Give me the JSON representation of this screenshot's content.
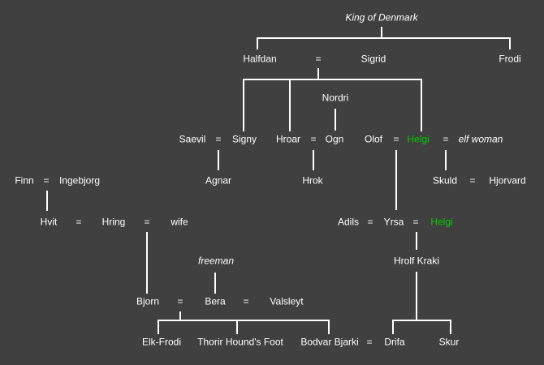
{
  "colors": {
    "background": "#404040",
    "text": "#ffffff",
    "line": "#ffffff",
    "highlight_green": "#00cc00"
  },
  "glyphs": {
    "equals": "="
  },
  "nodes": {
    "king_of_denmark": "King of Denmark",
    "halfdan": "Halfdan",
    "sigrid": "Sigrid",
    "frodi": "Frodi",
    "nordri": "Nordri",
    "saevil": "Saevil",
    "signy": "Signy",
    "hroar": "Hroar",
    "ogn": "Ogn",
    "olof": "Olof",
    "helgi": "Helgi",
    "elf_woman": "elf woman",
    "finn": "Finn",
    "ingebjorg": "Ingebjorg",
    "agnar": "Agnar",
    "hrok": "Hrok",
    "skuld": "Skuld",
    "hjorvard": "Hjorvard",
    "hvit": "Hvit",
    "hring": "Hring",
    "wife": "wife",
    "adils": "Adils",
    "yrsa": "Yrsa",
    "helgi_2": "Helgi",
    "freeman": "freeman",
    "hrolf_kraki": "Hrolf Kraki",
    "bjorn": "Bjorn",
    "bera": "Bera",
    "valsleyt": "Valsleyt",
    "elk_frodi": "Elk-Frodi",
    "thorir_hounds_foot": "Thorir Hound's Foot",
    "bodvar_bjarki": "Bodvar Bjarki",
    "drifa": "Drifa",
    "skur": "Skur"
  },
  "relations": [
    "King of Denmark -> Halfdan, Frodi",
    "Halfdan = Sigrid -> Signy, Hroar, Helgi",
    "Nordri -> Ogn",
    "Saevil = Signy -> Agnar",
    "Hroar = Ogn -> Hrok",
    "Olof = Helgi -> Yrsa",
    "Helgi = elf woman -> Skuld",
    "Skuld = Hjorvard",
    "Finn = Ingebjorg -> Hvit",
    "Hvit = Hring = wife; Hring + wife -> Bjorn",
    "freeman -> Bera",
    "Bjorn = Bera -> Elk-Frodi, Thorir Hound's Foot, Bodvar Bjarki",
    "Adils = Yrsa = Helgi; Yrsa + Helgi -> Hrolf Kraki",
    "Hrolf Kraki -> Drifa, Skur",
    "Bodvar Bjarki = Drifa"
  ]
}
